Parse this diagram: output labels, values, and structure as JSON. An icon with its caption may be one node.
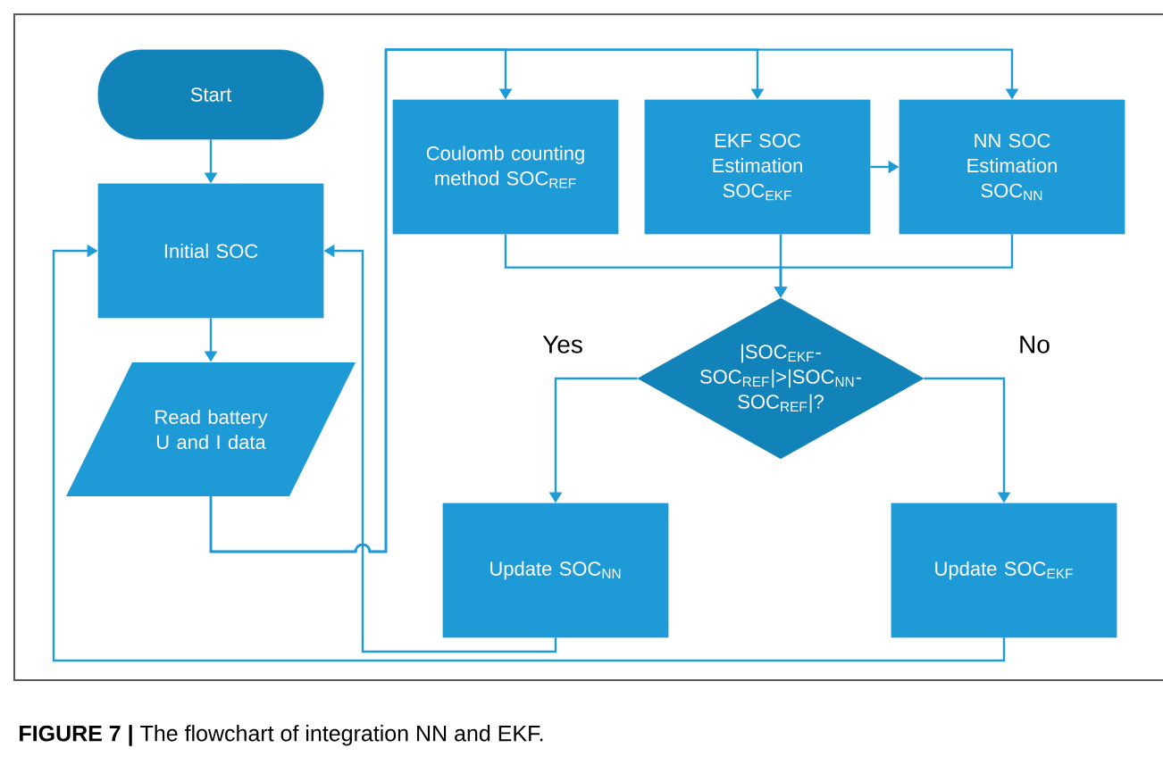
{
  "diagram": {
    "caption": "**FIGURE 7 |** The flowchart of integration NN and EKF.",
    "nodes": [
      {
        "text": [
          "Start"
        ]
      },
      {
        "text": [
          "Initial SOC"
        ]
      },
      {
        "text": [
          "Read battery U and I data"
        ]
      },
      {
        "text": [
          "Coulomb counting method SOC$_{REF}$"
        ]
      },
      {
        "text": [
          "EKF SOC Estimation SOC$_{EKF}$"
        ]
      },
      {
        "text": [
          "NN SOC Estimation SOC$_{NN}$"
        ]
      },
      {
        "text": [
          "|SOC$_{EKF}$- SOC$_{REF}$|>|SOC$_{NN}$- SOC$_{REF}$|?"
        ]
      },
      {
        "text": [
          "Update SOC$_{NN}$"
        ]
      },
      {
        "text": [
          "Update SOC$_{EKF}$"
        ]
      }
    ],
    "edges": [
      {
        "from": 0,
        "to": 1,
        "arrow": "to"
      },
      {
        "from": 1,
        "to": 2,
        "arrow": "to"
      },
      {
        "from": 2,
        "to": 3,
        "arrow": "to"
      },
      {
        "from": 2,
        "to": 4,
        "arrow": "to"
      },
      {
        "from": 2,
        "to": 5,
        "arrow": "to"
      },
      {
        "from": 4,
        "to": 5,
        "arrow": "to"
      },
      {
        "from": 3,
        "to": 6,
        "arrow": "to"
      },
      {
        "from": 4,
        "to": 6,
        "arrow": "to"
      },
      {
        "from": 5,
        "to": 6,
        "arrow": "to"
      },
      {
        "from": 6,
        "to": 7,
        "arrow": "to",
        "label": "Yes"
      },
      {
        "from": 6,
        "to": 8,
        "arrow": "to",
        "label": "No"
      },
      {
        "from": 7,
        "to": 1,
        "arrow": "to"
      },
      {
        "from": 8,
        "to": 1,
        "arrow": "to"
      }
    ]
  }
}
